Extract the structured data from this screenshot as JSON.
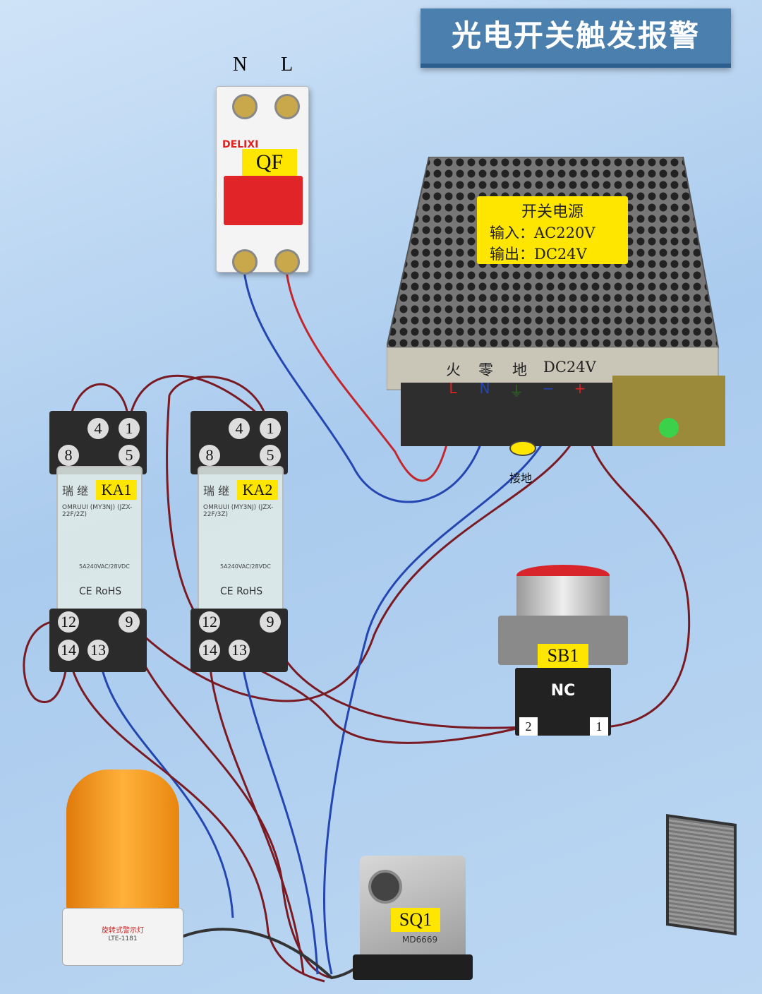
{
  "title": "光电开关触发报警",
  "breaker": {
    "tag": "QF",
    "brand": "DELIXI",
    "terminal_n": "N",
    "terminal_l": "L"
  },
  "psu": {
    "label_title": "开关电源",
    "label_input": "输入：AC220V",
    "label_output": "输出：DC24V",
    "terminal_header": [
      "火",
      "零",
      "地",
      "DC24V"
    ],
    "terminals": [
      "L",
      "N",
      "⏚",
      "−",
      "+"
    ],
    "ground_label": "接地"
  },
  "relays": [
    {
      "tag": "KA1",
      "brand": "瑞 继",
      "model": "OMRUUI (MY3NJ) (JZX-22F/2Z)",
      "rating": "5A240VAC/28VDC",
      "cert": "CE RoHS",
      "top_terms": [
        "4",
        "1",
        "8",
        "5"
      ],
      "bottom_terms": [
        "12",
        "9",
        "14",
        "13"
      ]
    },
    {
      "tag": "KA2",
      "brand": "瑞 继",
      "model": "OMRUUI (MY3NJ) (JZX-22F/3Z)",
      "rating": "5A240VAC/28VDC",
      "cert": "CE RoHS",
      "top_terms": [
        "4",
        "1",
        "8",
        "5"
      ],
      "bottom_terms": [
        "12",
        "9",
        "14",
        "13"
      ]
    }
  ],
  "button": {
    "tag": "SB1",
    "type": "NC",
    "term_left": "2",
    "term_right": "1"
  },
  "sensor": {
    "tag": "SQ1",
    "model": "MD6669"
  },
  "lamp": {
    "plate": "旋转式警示灯",
    "model": "LTE-1181"
  },
  "colors": {
    "live_wire": "#c0282e",
    "neutral_wire": "#2346b0",
    "control_wire": "#7a1a22",
    "label_yellow": "#ffe600",
    "title_bg": "#4a7fae"
  }
}
